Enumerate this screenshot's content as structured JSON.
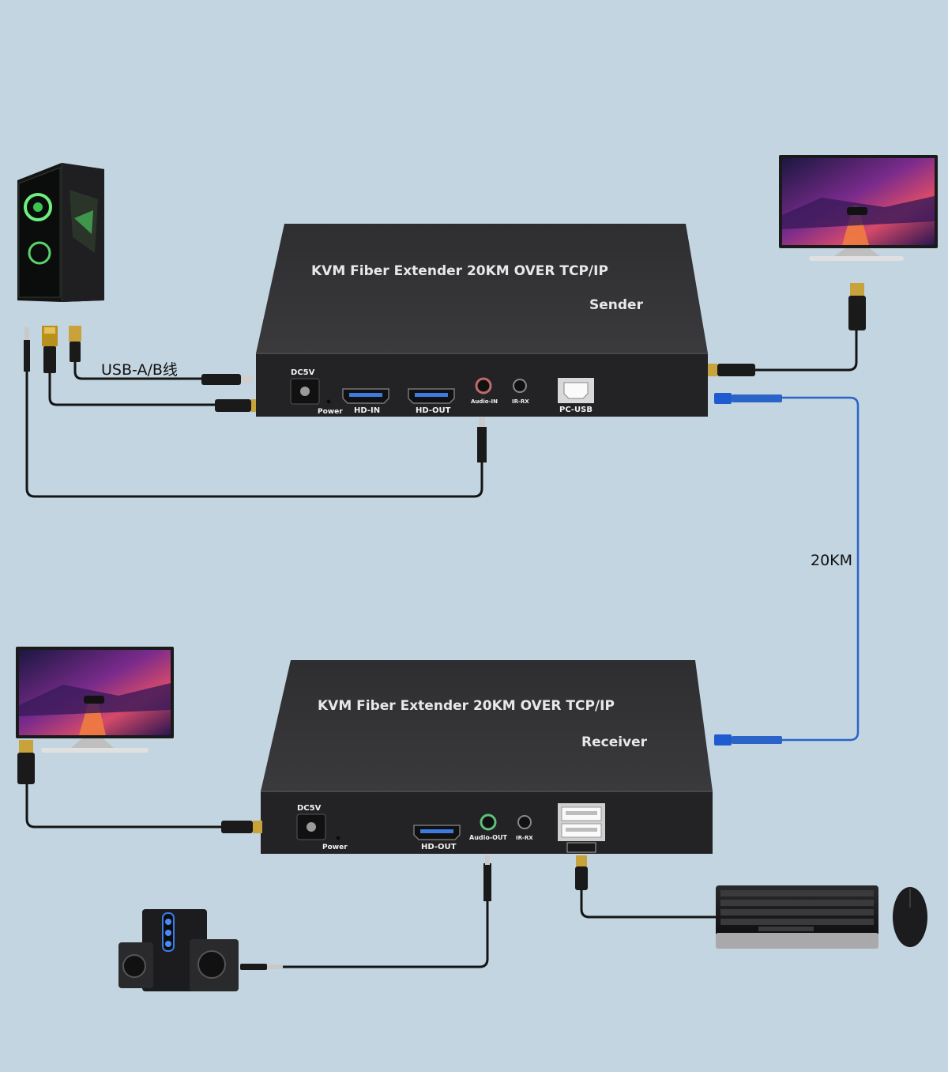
{
  "sender": {
    "title": "KVM Fiber Extender 20KM OVER TCP/IP",
    "role": "Sender",
    "ports": {
      "dc": "DC5V",
      "power": "Power",
      "hd_in": "HD-IN",
      "hd_out": "HD-OUT",
      "audio_in": "Audio-IN",
      "ir_rx": "IR-RX",
      "pc_usb": "PC-USB"
    }
  },
  "receiver": {
    "title": "KVM Fiber Extender 20KM OVER TCP/IP",
    "role": "Receiver",
    "ports": {
      "dc": "DC5V",
      "power": "Power",
      "hd_out": "HD-OUT",
      "audio_out": "Audio-OUT",
      "ir_rx": "IR-RX"
    }
  },
  "labels": {
    "usb_cable": "USB-A/B线",
    "distance": "20KM"
  },
  "colors": {
    "background": "#c3d5e0",
    "box": "#2b2b2d",
    "cable": "#151515",
    "fiber": "#2a64c8",
    "port_blue": "#3c7be0"
  }
}
